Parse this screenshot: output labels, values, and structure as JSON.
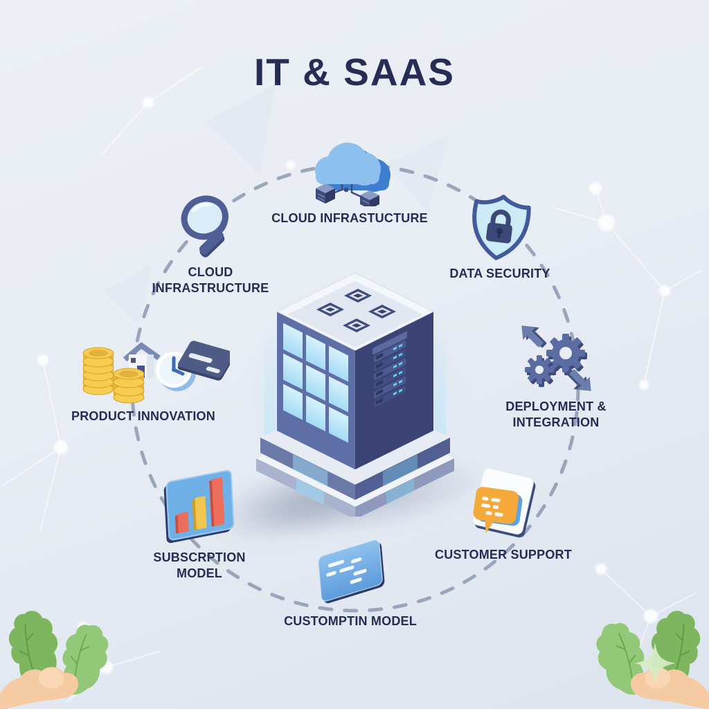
{
  "title": "IT & SAAS",
  "nodes": {
    "cloud_top": {
      "label": "CLOUD INFRASTUCTURE",
      "icon": "cloud-with-servers-icon"
    },
    "cloud_left": {
      "label": "CLOUD INFRASTRUCTURE",
      "icon": "magnifier-icon"
    },
    "security": {
      "label": "DATA SECURITY",
      "icon": "shield-lock-icon"
    },
    "deploy": {
      "label": "DEPLOYMENT &\nINTEGRATION",
      "icon": "gears-arrows-icon"
    },
    "product": {
      "label": "PRODUCT INNOVATION",
      "icon": "coins-house-clock-card-icon"
    },
    "subscription": {
      "label": "SUBSCRPTION\nMODEL",
      "icon": "bar-chart-icon"
    },
    "support": {
      "label": "CUSTOMER SUPPORT",
      "icon": "chat-bubbles-icon"
    },
    "customption": {
      "label": "CUSTOMPTIN MODEL",
      "icon": "tablet-text-icon"
    }
  },
  "center": {
    "illustration": "isometric-data-center-building"
  },
  "decorations": {
    "ring": "dashed-circle",
    "background": "network-mesh",
    "bottom_left": "hand-holding-leaves",
    "bottom_right": "hand-holding-leaves-with-sparkle"
  },
  "colors": {
    "background": "#e8edf4",
    "title": "#272c55",
    "label": "#272c55",
    "dash": "#8d99b0",
    "cloud_light": "#8cc0ee",
    "cloud_dark": "#3f7ecf",
    "navy": "#3a4373",
    "panel_blue": "#6fb0e6",
    "accent_orange": "#f6a93b",
    "accent_red": "#ee6e5d",
    "accent_yellow": "#f3c64f",
    "coin_gold": "#f6cd51",
    "leaf_green": "#7db65e",
    "hand_skin": "#f6cba4"
  }
}
